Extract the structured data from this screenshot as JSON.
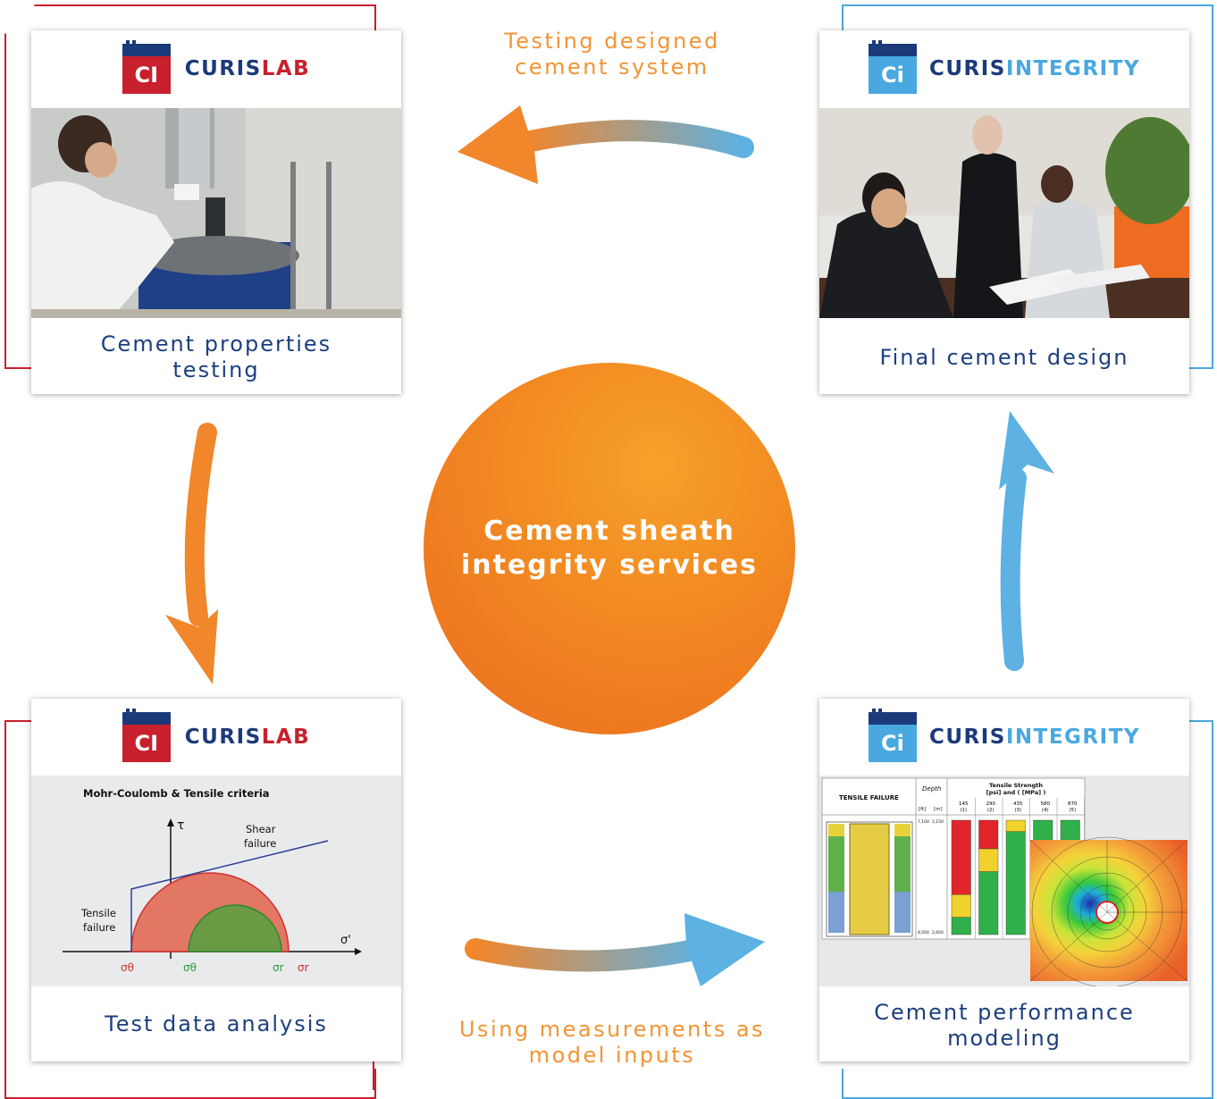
{
  "brands": {
    "lab": {
      "prefix": "CURIS",
      "suffix": "LAB",
      "mark": "CI",
      "prefix_color": "#1b3a7a",
      "suffix_color": "#c8202d",
      "mark_color": "#c8202d"
    },
    "integrity": {
      "prefix": "CURIS",
      "suffix": "INTEGRITY",
      "mark": "Ci",
      "prefix_color": "#1b3a7a",
      "suffix_color": "#4aa8e0",
      "mark_color": "#4aa8e0"
    }
  },
  "cards": {
    "top_left": {
      "caption": "Cement properties testing",
      "photo": "lab-technician-photo"
    },
    "top_right": {
      "caption": "Final cement design",
      "photo": "team-meeting-photo"
    },
    "bottom_left": {
      "caption": "Test data analysis"
    },
    "bottom_right": {
      "caption": "Cement performance modeling"
    }
  },
  "center": {
    "text": "Cement sheath integrity services",
    "color": "#ef7a22"
  },
  "flow_labels": {
    "top": "Testing designed cement system",
    "bottom": "Using measurements as model inputs"
  },
  "colors": {
    "lab_red": "#c8202d",
    "integrity_blue": "#4aa8e0",
    "arrow_orange": "#f2862a",
    "arrow_blue": "#5db1e3",
    "text_navy": "#1c3f7e"
  },
  "mohr_chart": {
    "title": "Mohr-Coulomb & Tensile criteria",
    "tau_label": "τ",
    "sigma_label": "σ'",
    "shear_label": "Shear failure",
    "tensile_label": "Tensile failure",
    "sigma_theta": "σθ",
    "sigma_r": "σr"
  },
  "model_chart": {
    "table_title": "TENSILE FAILURE",
    "depth_label": "Depth",
    "depth_units": [
      "[ft]",
      "[m]"
    ],
    "depth_top": [
      "7,100",
      "2,150"
    ],
    "depth_bottom": [
      "8,500",
      "2,600"
    ],
    "strength_label": "Tensile Strength [psi] and ( [MPa] )",
    "columns": [
      {
        "psi": "145",
        "mpa": "(1)"
      },
      {
        "psi": "290",
        "mpa": "(2)"
      },
      {
        "psi": "435",
        "mpa": "(3)"
      },
      {
        "psi": "580",
        "mpa": "(4)"
      },
      {
        "psi": "870",
        "mpa": "(5)"
      }
    ]
  }
}
